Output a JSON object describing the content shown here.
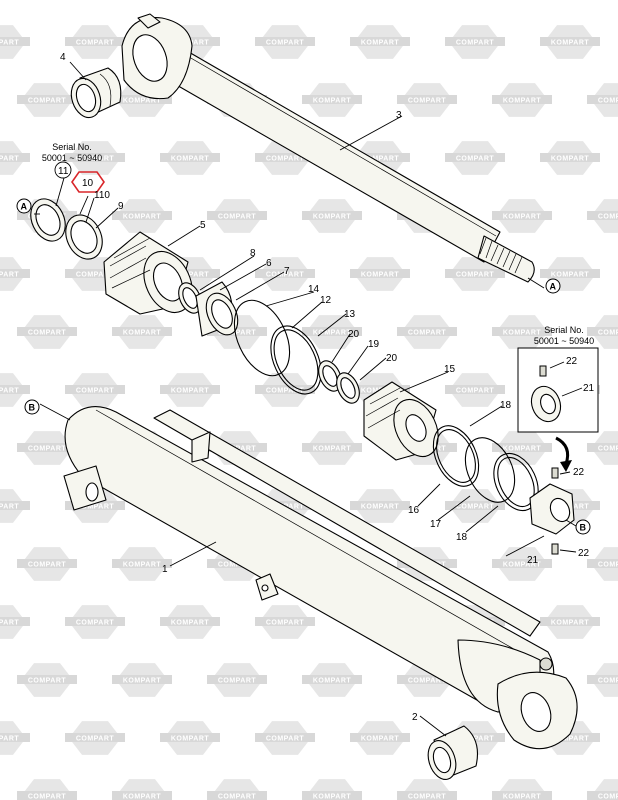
{
  "watermark": {
    "text_a": "KOMPART",
    "text_b": "COMPART",
    "color": "#e6e6e6"
  },
  "serial_top": {
    "line1": "Serial No.",
    "line2": "50001 ~ 50940"
  },
  "serial_inset": {
    "line1": "Serial No.",
    "line2": "50001 ~ 50940"
  },
  "callouts": {
    "p1": "1",
    "p2": "2",
    "p3": "3",
    "p4": "4",
    "p5": "5",
    "p6": "6",
    "p7": "7",
    "p8": "8",
    "p9": "9",
    "p10": "10",
    "p11": "11",
    "p110": "110",
    "p12": "12",
    "p13": "13",
    "p14": "14",
    "p15": "15",
    "p16": "16",
    "p17": "17",
    "p18a": "18",
    "p18b": "18",
    "p19": "19",
    "p20a": "20",
    "p20b": "20",
    "p21a": "21",
    "p21b": "21",
    "p22a": "22",
    "p22b": "22",
    "p22c": "22"
  },
  "markers": {
    "a_left": "A",
    "a_right": "A",
    "b_left": "B",
    "b_right": "B"
  },
  "highlight_color": "#d9262a"
}
